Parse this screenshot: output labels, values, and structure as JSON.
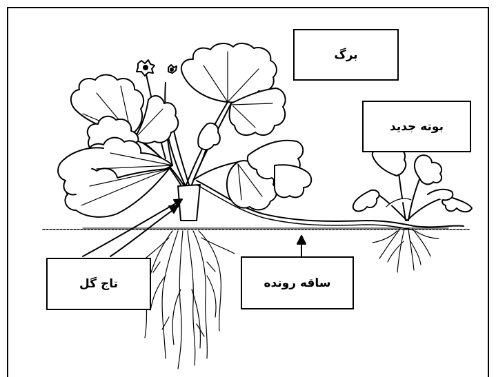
{
  "labels": {
    "leaf": "برگ",
    "new_plant": "بوته جدید",
    "crown": "تاج گل",
    "runner": "ساقه رونده"
  },
  "colors": {
    "line": "#000000",
    "background": "#ffffff"
  }
}
